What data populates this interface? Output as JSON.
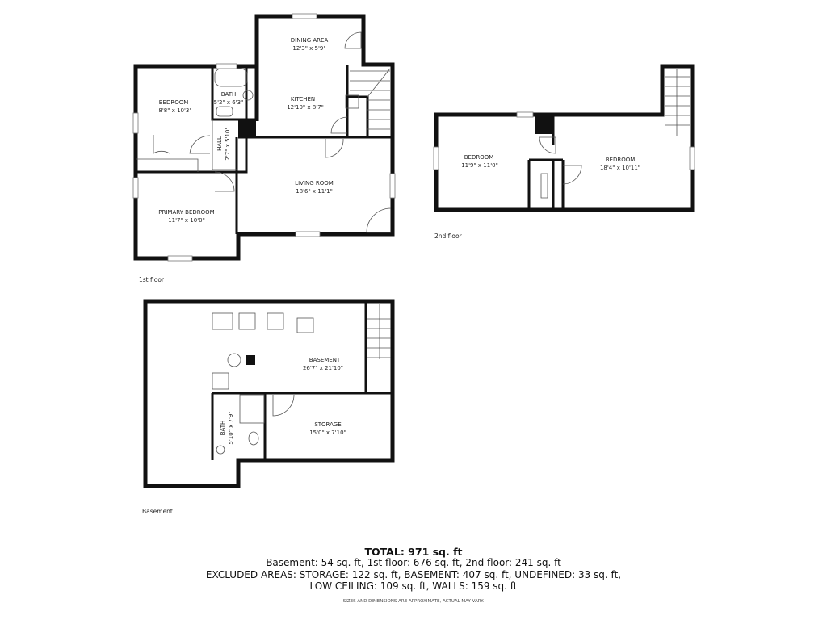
{
  "floors": {
    "first": {
      "label": "1st floor",
      "rooms": [
        {
          "name": "DINING AREA",
          "size": "12'3\" x 5'9\""
        },
        {
          "name": "KITCHEN",
          "size": "12'10\" x 8'7\""
        },
        {
          "name": "BEDROOM",
          "size": "8'8\" x 10'3\""
        },
        {
          "name": "BATH",
          "size": "5'2\" x 6'3\""
        },
        {
          "name": "HALL",
          "size": "2'7\" x 5'10\""
        },
        {
          "name": "LIVING ROOM",
          "size": "18'6\" x 11'1\""
        },
        {
          "name": "PRIMARY BEDROOM",
          "size": "11'7\" x 10'0\""
        }
      ]
    },
    "second": {
      "label": "2nd floor",
      "rooms": [
        {
          "name": "BEDROOM",
          "size": "11'9\" x 11'0\""
        },
        {
          "name": "BEDROOM",
          "size": "18'4\" x 10'11\""
        }
      ]
    },
    "basement": {
      "label": "Basement",
      "rooms": [
        {
          "name": "BASEMENT",
          "size": "26'7\" x 21'10\""
        },
        {
          "name": "STORAGE",
          "size": "15'0\" x 7'10\""
        },
        {
          "name": "BATH",
          "size": "5'10\" x 7'9\""
        }
      ]
    }
  },
  "summary": {
    "total": "TOTAL: 971 sq. ft",
    "line1": "Basement: 54 sq. ft, 1st floor: 676 sq. ft, 2nd floor: 241 sq. ft",
    "line2": "EXCLUDED AREAS: STORAGE: 122 sq. ft, BASEMENT: 407 sq. ft, UNDEFINED: 33 sq. ft,",
    "line3": "LOW CEILING: 109 sq. ft, WALLS: 159 sq. ft",
    "disclaimer": "SIZES AND DIMENSIONS ARE APPROXIMATE, ACTUAL MAY VARY."
  }
}
